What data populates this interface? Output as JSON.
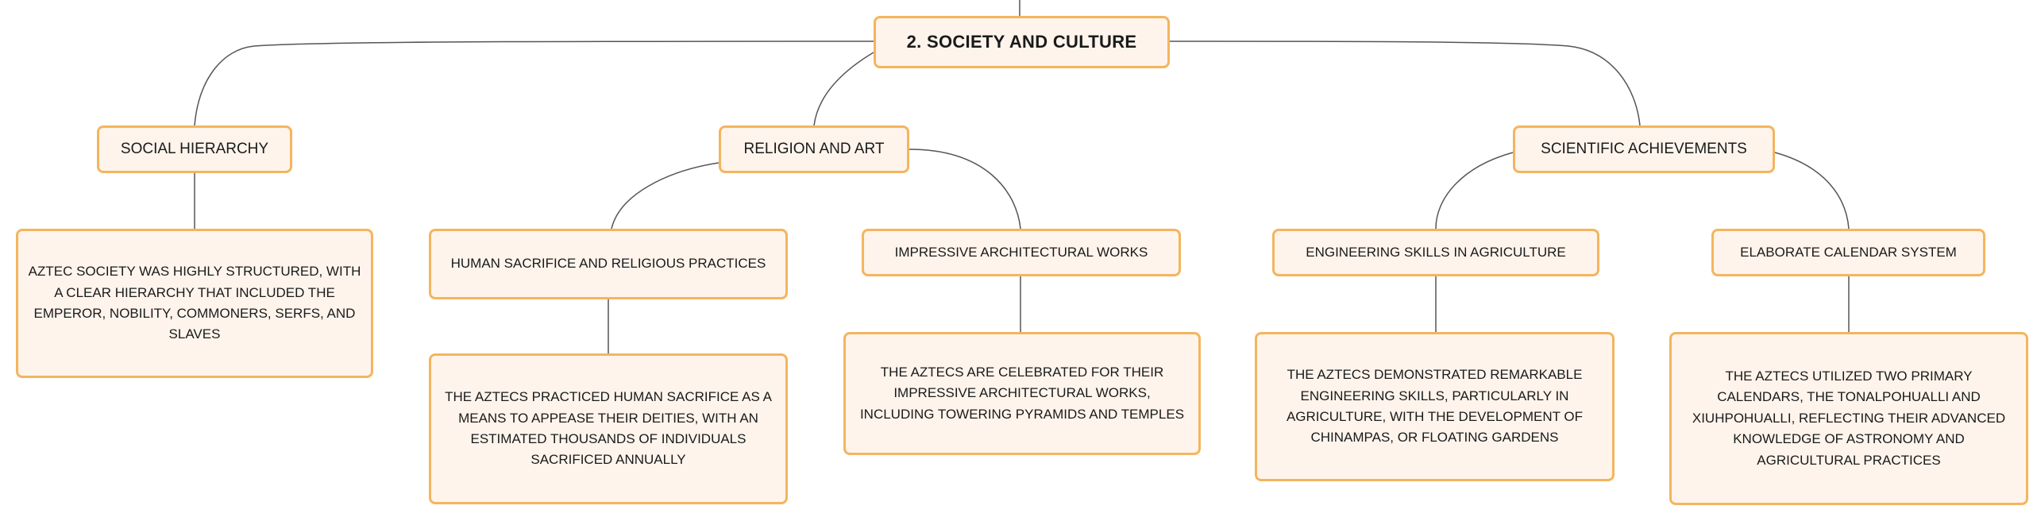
{
  "diagram": {
    "root": {
      "label": "2. SOCIETY AND CULTURE"
    },
    "social_hierarchy": {
      "label": "SOCIAL HIERARCHY",
      "detail": "AZTEC SOCIETY WAS HIGHLY STRUCTURED, WITH A CLEAR HIERARCHY THAT INCLUDED THE EMPEROR, NOBILITY, COMMONERS, SERFS, AND SLAVES"
    },
    "religion_art": {
      "label": "RELIGION AND ART",
      "human_sacrifice": {
        "label": "HUMAN SACRIFICE AND RELIGIOUS PRACTICES",
        "detail": "THE AZTECS PRACTICED HUMAN SACRIFICE AS A MEANS TO APPEASE THEIR DEITIES, WITH AN ESTIMATED THOUSANDS OF INDIVIDUALS SACRIFICED ANNUALLY"
      },
      "architecture": {
        "label": "IMPRESSIVE ARCHITECTURAL WORKS",
        "detail": "THE AZTECS ARE CELEBRATED FOR THEIR IMPRESSIVE ARCHITECTURAL WORKS, INCLUDING TOWERING PYRAMIDS AND TEMPLES"
      }
    },
    "scientific": {
      "label": "SCIENTIFIC ACHIEVEMENTS",
      "engineering": {
        "label": "ENGINEERING SKILLS IN AGRICULTURE",
        "detail": "THE AZTECS DEMONSTRATED REMARKABLE ENGINEERING SKILLS, PARTICULARLY IN AGRICULTURE, WITH THE DEVELOPMENT OF CHINAMPAS, OR FLOATING GARDENS"
      },
      "calendar": {
        "label": "ELABORATE CALENDAR SYSTEM",
        "detail": "THE AZTECS UTILIZED TWO PRIMARY CALENDARS, THE TONALPOHUALLI AND XIUHPOHUALLI, REFLECTING THEIR ADVANCED KNOWLEDGE OF ASTRONOMY AND AGRICULTURAL PRACTICES"
      }
    },
    "colors": {
      "node_fill": "#fef4ec",
      "node_border": "#f4b55e",
      "connector": "#555555"
    }
  }
}
